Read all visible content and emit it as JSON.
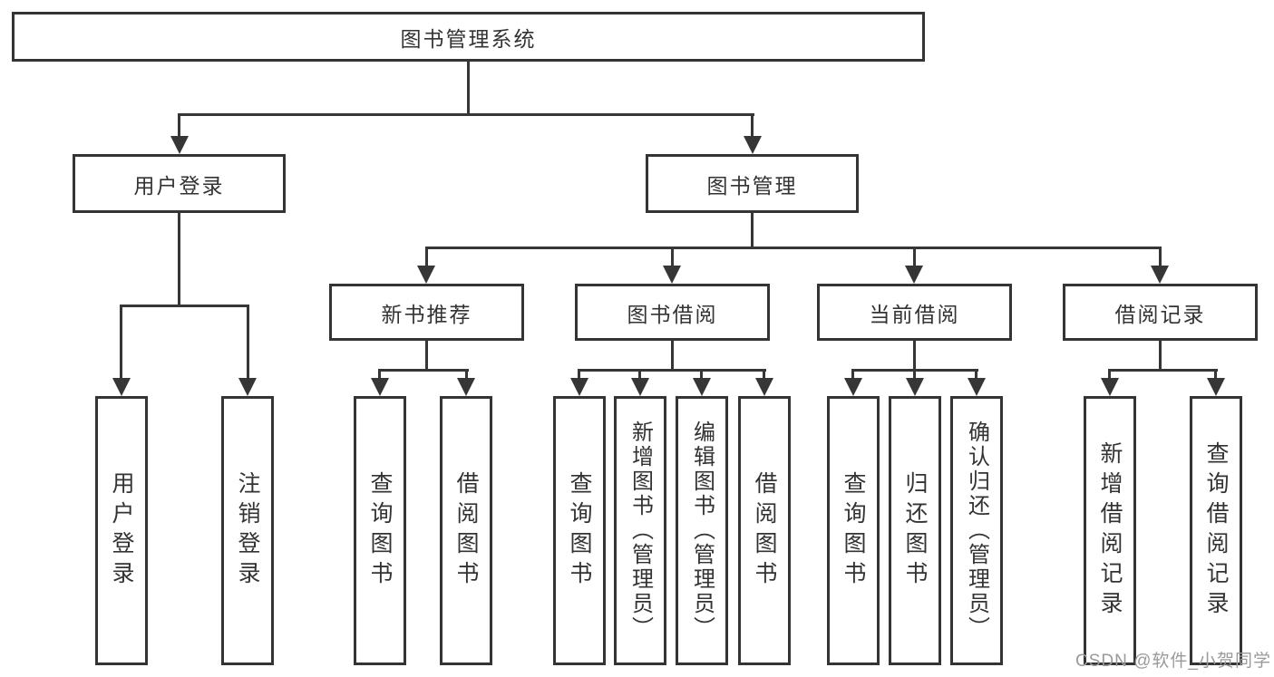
{
  "diagram": {
    "title": "图书管理系统",
    "children": [
      {
        "label": "用户登录",
        "children": [
          {
            "label": "用户登录"
          },
          {
            "label": "注销登录"
          }
        ]
      },
      {
        "label": "图书管理",
        "children": [
          {
            "label": "新书推荐",
            "children": [
              {
                "label": "查询图书"
              },
              {
                "label": "借阅图书"
              }
            ]
          },
          {
            "label": "图书借阅",
            "children": [
              {
                "label": "查询图书"
              },
              {
                "label": "新增图书（管理员）"
              },
              {
                "label": "编辑图书（管理员）"
              },
              {
                "label": "借阅图书"
              }
            ]
          },
          {
            "label": "当前借阅",
            "children": [
              {
                "label": "查询图书"
              },
              {
                "label": "归还图书"
              },
              {
                "label": "确认归还（管理员）"
              }
            ]
          },
          {
            "label": "借阅记录",
            "children": [
              {
                "label": "新增借阅记录"
              },
              {
                "label": "查询借阅记录"
              }
            ]
          }
        ]
      }
    ]
  },
  "watermark": {
    "text": "CSDN @软件_小贺同学",
    "color": "#9a9a9a"
  },
  "colors": {
    "line": "#363636",
    "border": "#343434",
    "text": "#333333",
    "background": "#ffffff"
  }
}
